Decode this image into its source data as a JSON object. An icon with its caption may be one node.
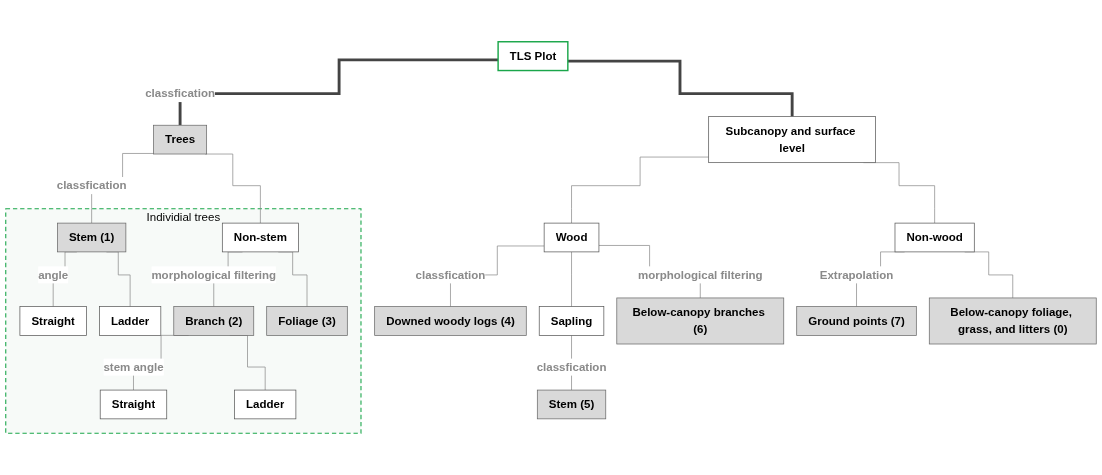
{
  "diagram": {
    "nodes": [
      {
        "text": [
          "TLS Plot"
        ]
      },
      {
        "text": [
          "Trees"
        ]
      },
      {
        "text": [
          "Subcanopy and surface level"
        ]
      },
      {
        "text": [
          "Individial trees"
        ]
      },
      {
        "text": [
          "Stem (1)"
        ],
        "in": 3
      },
      {
        "text": [
          "Non-stem"
        ],
        "in": 3
      },
      {
        "text": [
          "Straight"
        ],
        "in": 3
      },
      {
        "text": [
          "Ladder"
        ],
        "in": 3
      },
      {
        "text": [
          "Branch (2)"
        ],
        "in": 3
      },
      {
        "text": [
          "Foliage (3)"
        ],
        "in": 3
      },
      {
        "text": [
          "Straight"
        ],
        "in": 3
      },
      {
        "text": [
          "Ladder"
        ],
        "in": 3
      },
      {
        "text": [
          "Wood"
        ]
      },
      {
        "text": [
          "Non-wood"
        ]
      },
      {
        "text": [
          "Downed woody logs (4)"
        ]
      },
      {
        "text": [
          "Sapling"
        ]
      },
      {
        "text": [
          "Below-canopy branches (6)"
        ]
      },
      {
        "text": [
          "Ground points (7)"
        ]
      },
      {
        "text": [
          "Below-canopy foliage, grass, and litters (0)"
        ]
      },
      {
        "text": [
          "Stem (5)"
        ]
      }
    ],
    "edges": [
      {
        "from": 0,
        "to": 1,
        "arrow": "none",
        "label": "classfication",
        "style": "thick"
      },
      {
        "from": 0,
        "to": 2,
        "arrow": "none",
        "style": "thick"
      },
      {
        "from": 1,
        "to": 4,
        "arrow": "none",
        "label": "classfication"
      },
      {
        "from": 1,
        "to": 5,
        "arrow": "none"
      },
      {
        "from": 4,
        "to": 6,
        "arrow": "none",
        "label": "angle"
      },
      {
        "from": 4,
        "to": 7,
        "arrow": "none"
      },
      {
        "from": 5,
        "to": 8,
        "arrow": "none",
        "label": "morphological filtering"
      },
      {
        "from": 5,
        "to": 9,
        "arrow": "none"
      },
      {
        "from": 8,
        "to": 10,
        "arrow": "none",
        "label": "stem angle"
      },
      {
        "from": 8,
        "to": 11,
        "arrow": "none"
      },
      {
        "from": 2,
        "to": 12,
        "arrow": "none"
      },
      {
        "from": 2,
        "to": 13,
        "arrow": "none"
      },
      {
        "from": 12,
        "to": 14,
        "arrow": "none",
        "label": "classfication"
      },
      {
        "from": 12,
        "to": 15,
        "arrow": "none"
      },
      {
        "from": 12,
        "to": 16,
        "arrow": "none",
        "label": "morphological filtering"
      },
      {
        "from": 13,
        "to": 17,
        "arrow": "none",
        "label": "Extrapolation"
      },
      {
        "from": 13,
        "to": 18,
        "arrow": "none"
      },
      {
        "from": 15,
        "to": 19,
        "arrow": "none",
        "label": "classfication"
      }
    ]
  }
}
